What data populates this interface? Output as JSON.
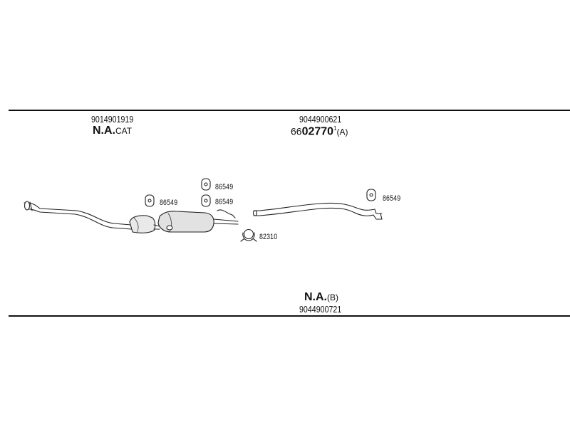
{
  "groups": [
    {
      "part_no": "9014901919",
      "ref_bold": "N.A.",
      "ref_suffix": "CAT"
    },
    {
      "part_no": "9044900621",
      "ref_prefix": "66",
      "ref_bold": "02770",
      "ref_sup": "1",
      "ref_suffix": "(A)"
    },
    {
      "part_no": "9044900721",
      "ref_bold": "N.A.",
      "ref_suffix": "(B)"
    }
  ],
  "part_refs": {
    "hanger_1": "86549",
    "hanger_2": "86549",
    "hanger_3": "86549",
    "hanger_4": "86549",
    "clamp": "82310"
  }
}
